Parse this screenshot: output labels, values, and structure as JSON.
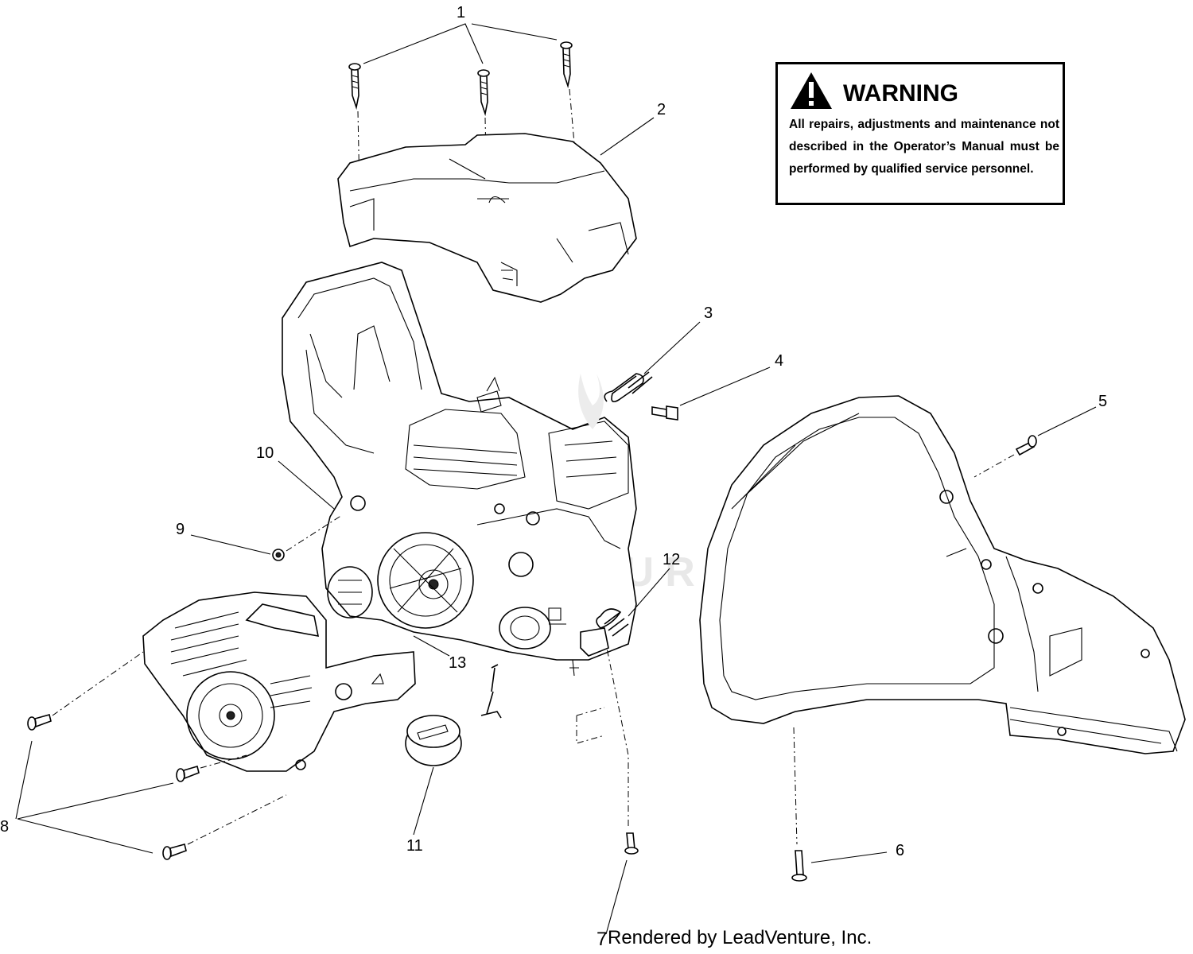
{
  "warning": {
    "title": "WARNING",
    "body": "All repairs, adjustments and maintenance not described in the Operator’s Manual must be performed by qualified  service personnel."
  },
  "callouts": [
    "1",
    "2",
    "3",
    "4",
    "5",
    "6",
    "7",
    "8",
    "9",
    "10",
    "11",
    "12",
    "13"
  ],
  "footer": "Rendered by LeadVenture, Inc.",
  "watermark": "VENTURE"
}
